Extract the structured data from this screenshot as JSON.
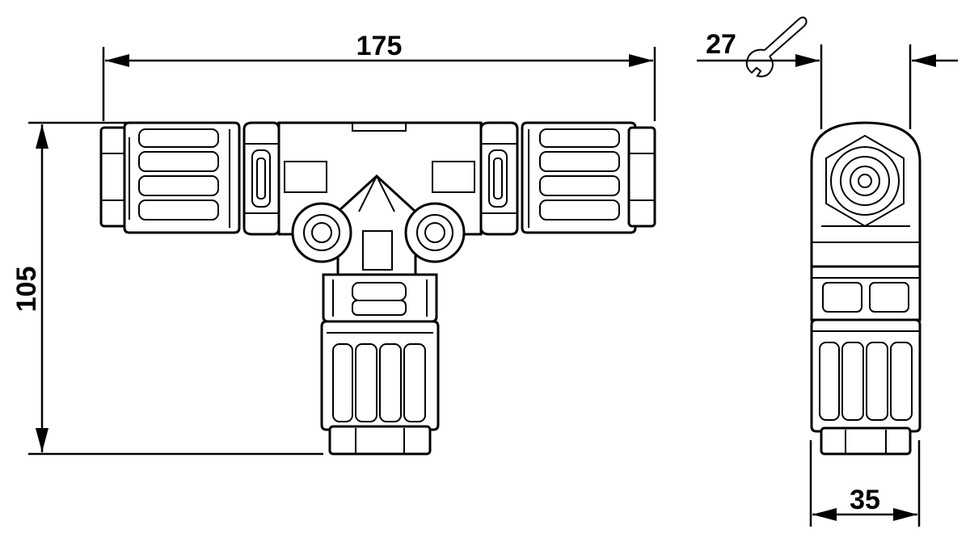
{
  "dimensions": {
    "width": "175",
    "height": "105",
    "wrench_size": "27",
    "depth": "35"
  },
  "icons": {
    "wrench": "wrench-icon"
  },
  "colors": {
    "line": "#000000",
    "background": "#ffffff"
  }
}
